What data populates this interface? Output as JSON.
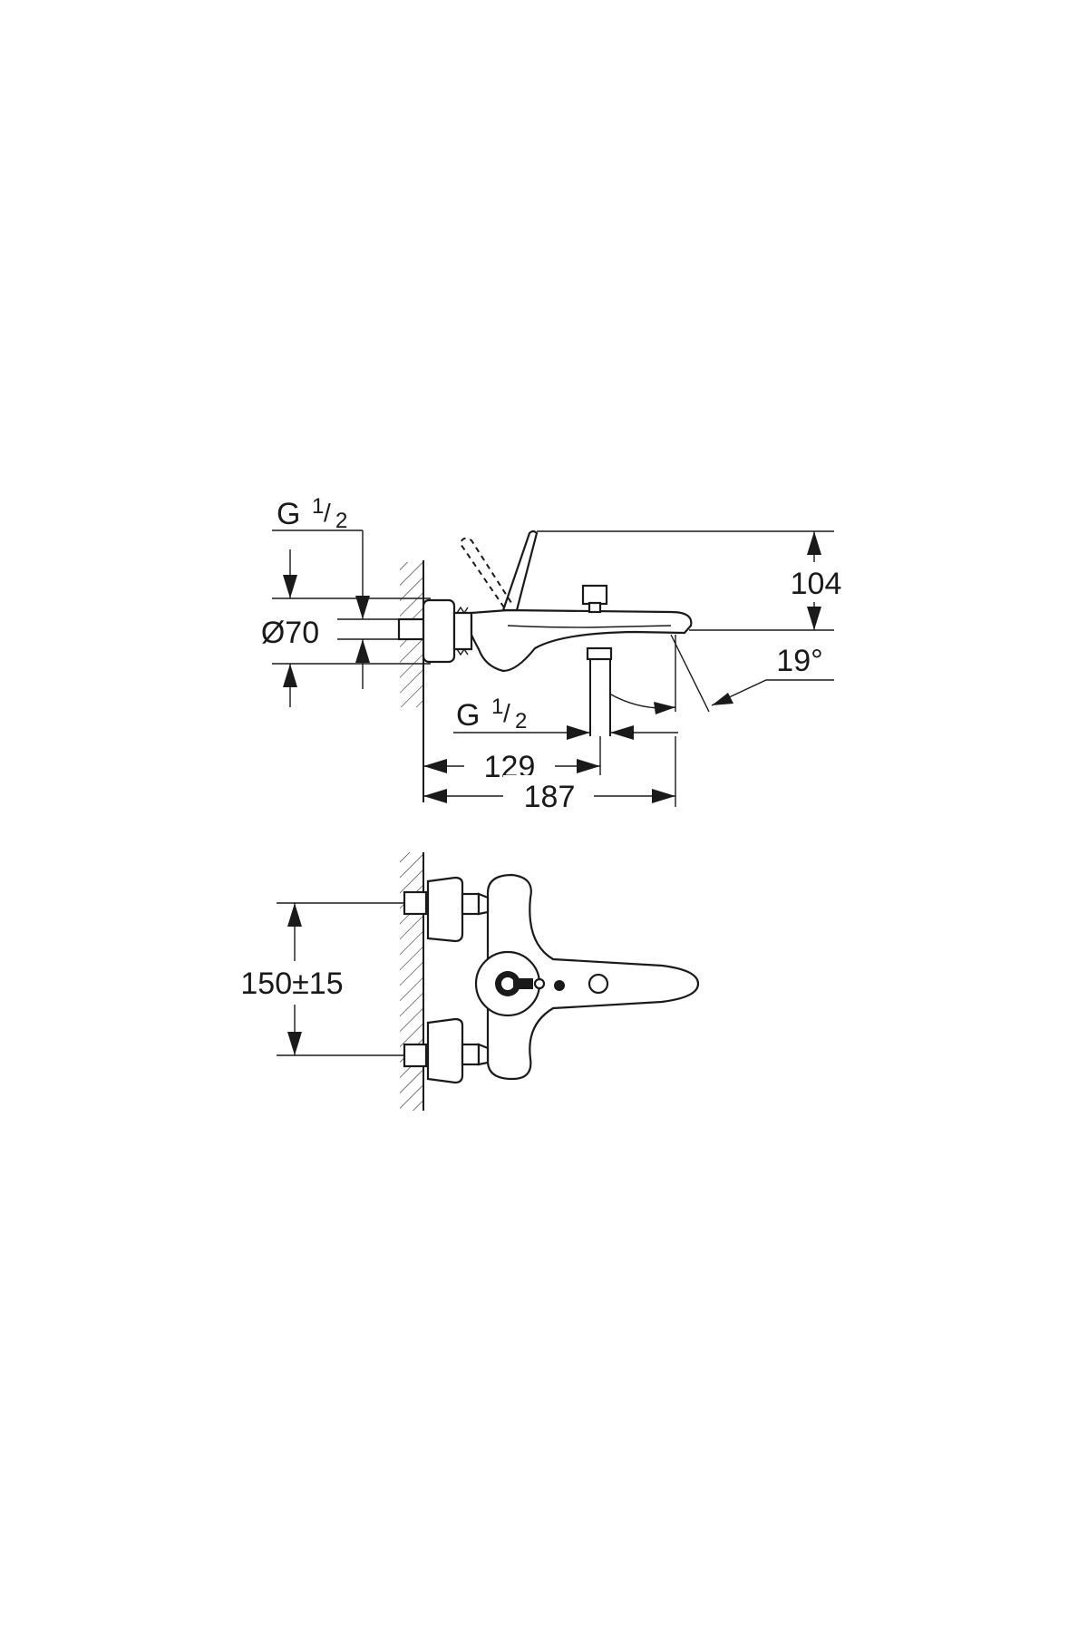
{
  "side_view": {
    "inlet_thread": {
      "base": "G",
      "num": "1",
      "den": "2"
    },
    "diameter": "Ø70",
    "height": "104",
    "angle": "19°",
    "outlet_thread": {
      "base": "G",
      "num": "1",
      "den": "2"
    },
    "length_short": "129",
    "length_total": "187"
  },
  "front_view": {
    "center_distance": "150±15"
  }
}
